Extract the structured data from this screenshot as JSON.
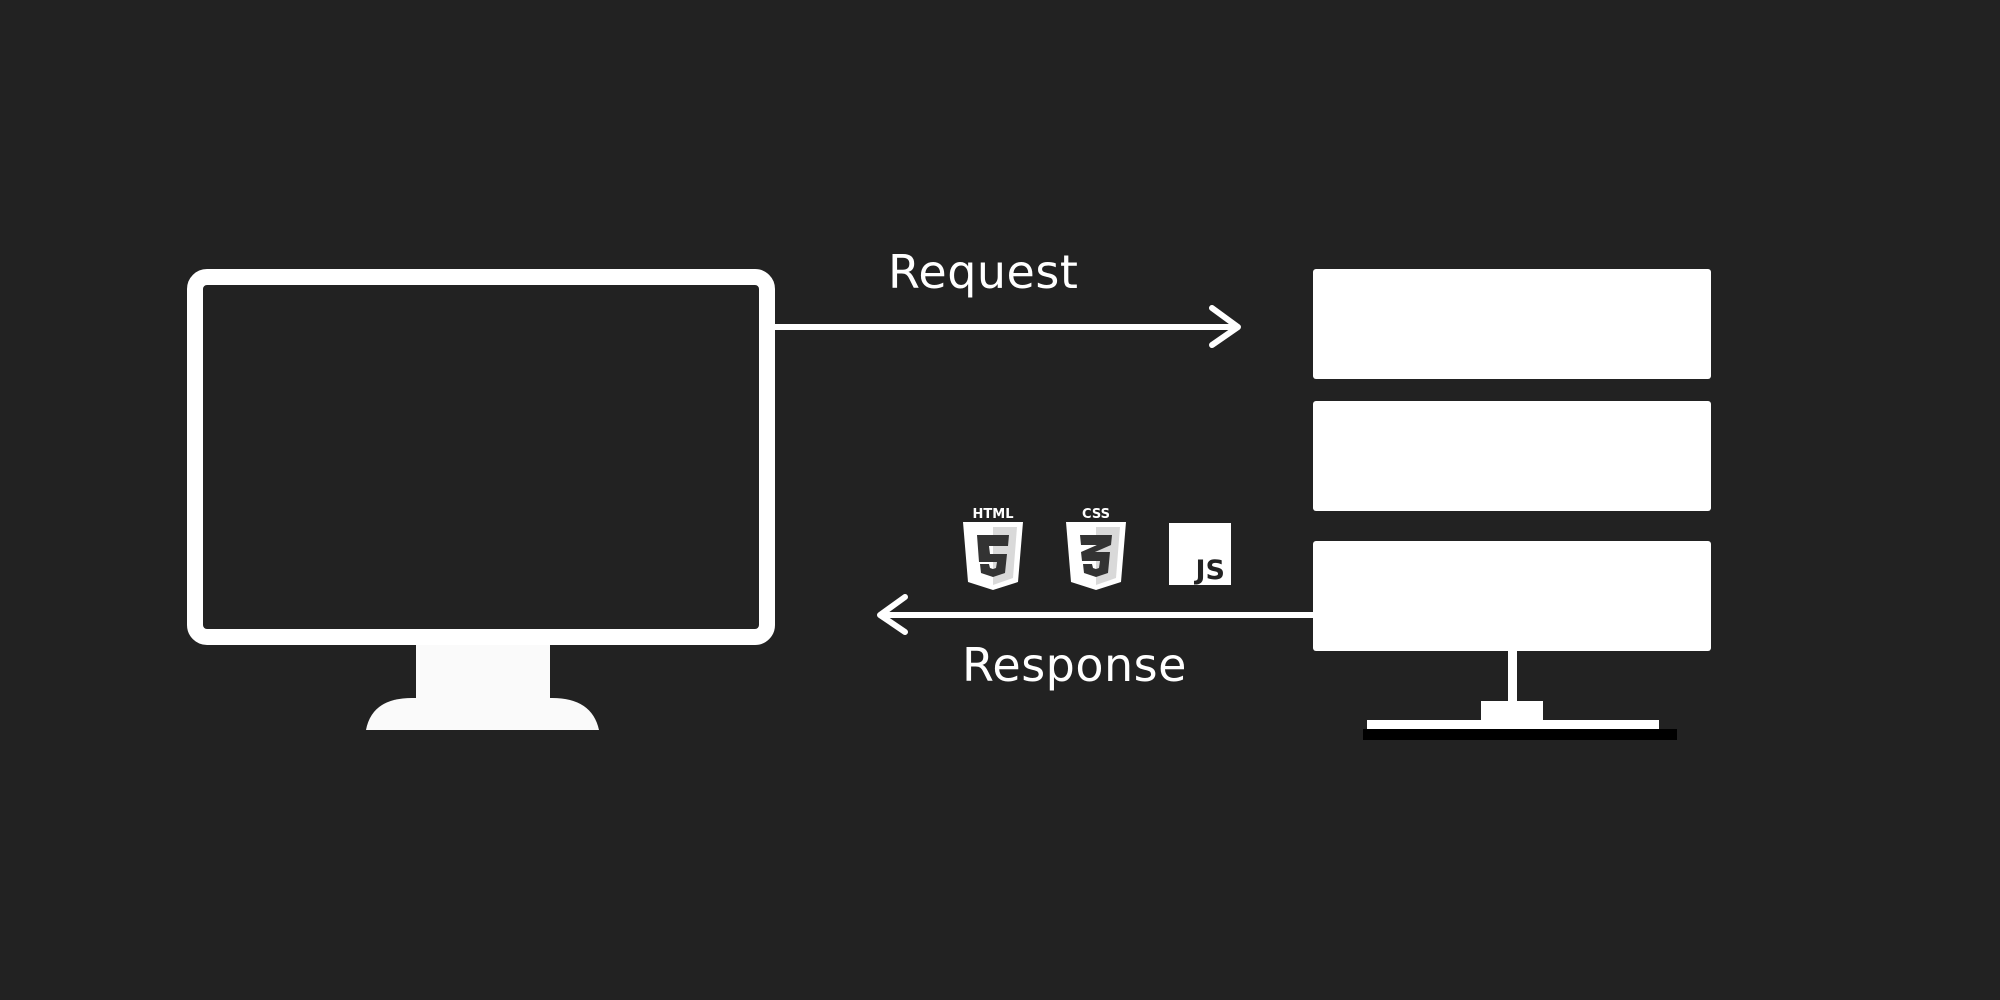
{
  "diagram": {
    "request_label": "Request",
    "response_label": "Response",
    "icons": {
      "html": "HTML",
      "css": "CSS",
      "js": "JS"
    }
  },
  "colors": {
    "background": "#222222",
    "foreground": "#ffffff",
    "shield_shade": "#d9d9d9"
  }
}
